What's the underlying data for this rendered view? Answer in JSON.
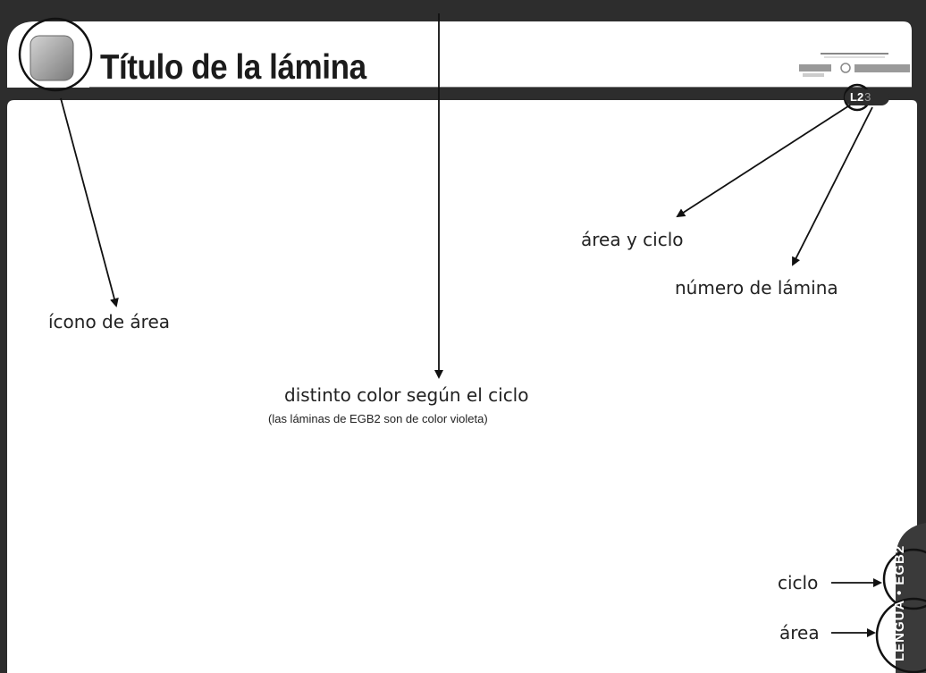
{
  "title": "Título de la lámina",
  "page_code": {
    "area_cycle": "L2",
    "number": "3"
  },
  "side_tab": "LENGUA • EGB2",
  "annotations": {
    "area_cycle": "área y ciclo",
    "sheet_number": "número de lámina",
    "area_icon": "ícono de área",
    "cycle_color": "distinto color según el ciclo",
    "cycle_color_note": "(las láminas de EGB2 son de color violeta)",
    "cycle": "ciclo",
    "area": "área"
  },
  "colors": {
    "frame": "#2d2d2d",
    "background": "#ffffff",
    "text": "#222222"
  }
}
